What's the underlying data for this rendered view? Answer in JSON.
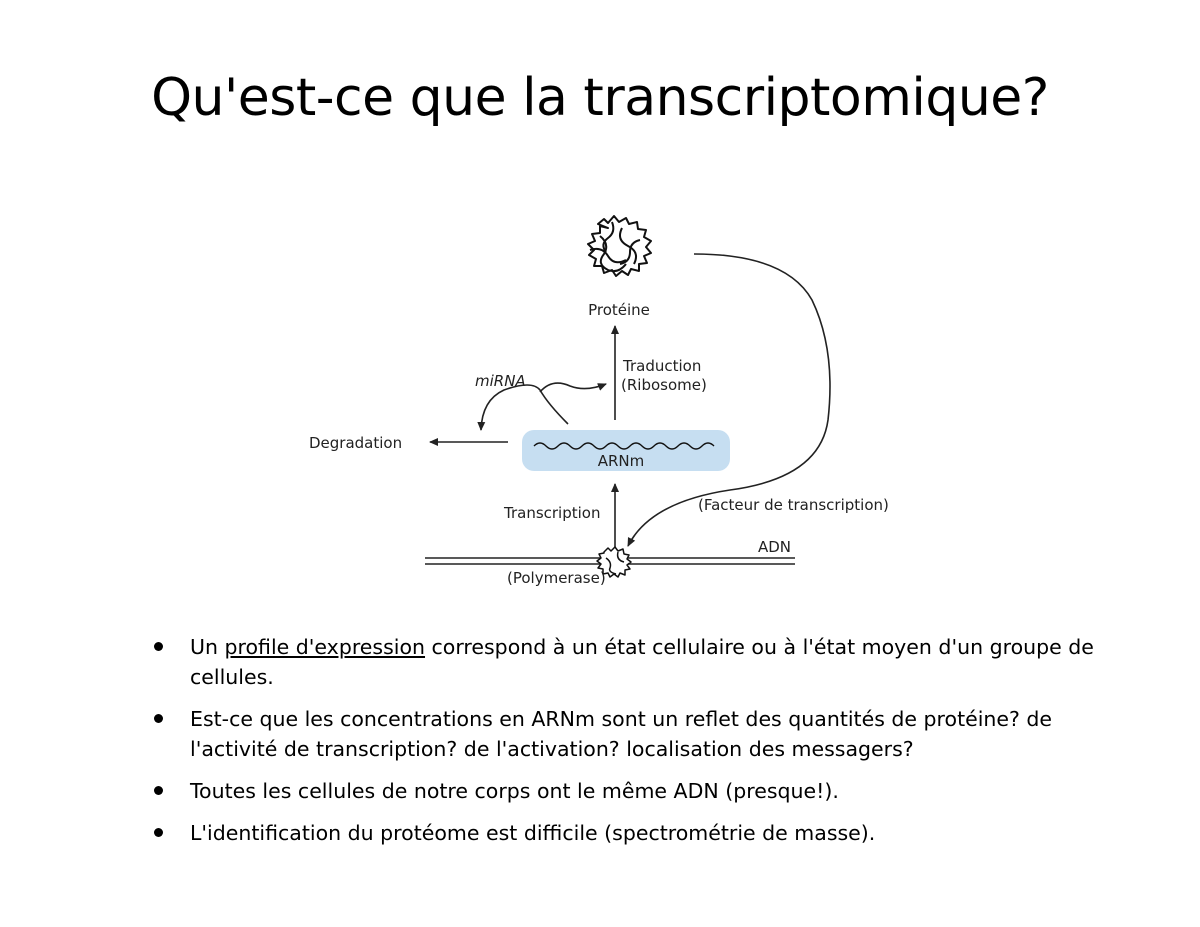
{
  "slide": {
    "title": "Qu'est-ce que la transcriptomique?"
  },
  "diagram": {
    "protein_label": "Protéine",
    "translation_label": "Traduction",
    "ribosome_label": "(Ribosome)",
    "mirna_label": "miRNA",
    "degradation_label": "Degradation",
    "mrna_label": "ARNm",
    "transcription_label": "Transcription",
    "transcription_factor_label": "(Facteur de transcription)",
    "dna_label": "ADN",
    "polymerase_label": "(Polymerase)",
    "mrna_box_color": "#c6def1"
  },
  "bullets": [
    {
      "underlined": "profile d'expression",
      "before": "Un ",
      "after": " correspond à un état cellulaire ou à l'état moyen d'un groupe de cellules."
    },
    {
      "text": "Est-ce que les concentrations en ARNm sont un reflet des quantités de protéine? de l'activité de transcription?  de l'activation?  localisation des messagers?"
    },
    {
      "text": "Toutes les cellules de notre corps ont le même ADN (presque!)."
    },
    {
      "text": "L'identification du protéome est difficile (spectrométrie de masse)."
    }
  ]
}
